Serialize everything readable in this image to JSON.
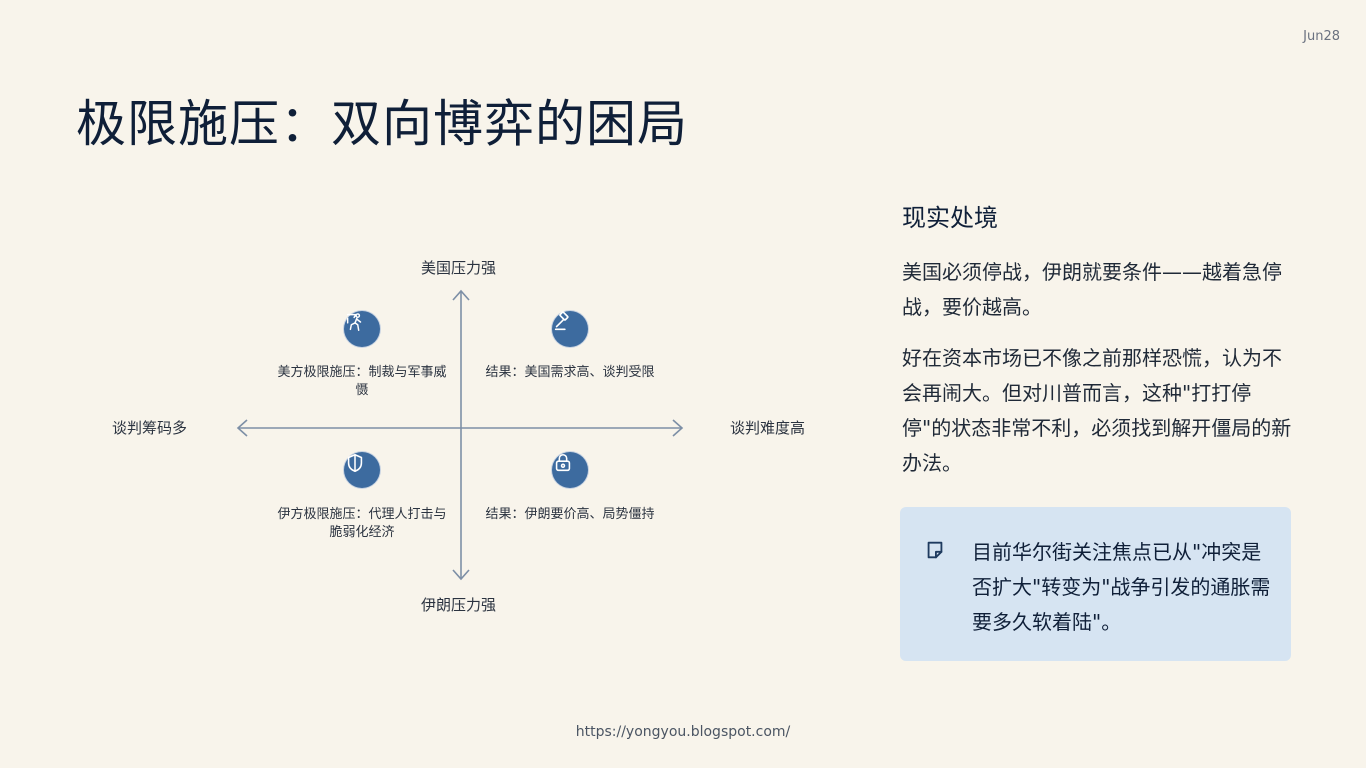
{
  "date": "Jun28",
  "title": "极限施压：双向博弈的困局",
  "diagram": {
    "axis_top": "美国压力强",
    "axis_bottom": "伊朗压力强",
    "axis_left": "谈判筹码多",
    "axis_right": "谈判难度高",
    "quadrants": {
      "top_left": {
        "icon": "soldier-icon",
        "text": "美方极限施压：制裁与军事威慑"
      },
      "top_right": {
        "icon": "gavel-icon",
        "text": "结果：美国需求高、谈判受限"
      },
      "bottom_left": {
        "icon": "shield-icon",
        "text": "伊方极限施压：代理人打击与脆弱化经济"
      },
      "bottom_right": {
        "icon": "lock-icon",
        "text": "结果：伊朗要价高、局势僵持"
      }
    },
    "colors": {
      "axis": "#7d8fa6",
      "icon_bg": "#3d6b9f"
    }
  },
  "side": {
    "heading": "现实处境",
    "paragraph1": "美国必须停战，伊朗就要条件——越着急停战，要价越高。",
    "paragraph2": "好在资本市场已不像之前那样恐慌，认为不会再闹大。但对川普而言，这种\"打打停停\"的状态非常不利，必须找到解开僵局的新办法。"
  },
  "callout": {
    "icon": "note-icon",
    "text": "目前华尔街关注焦点已从\"冲突是否扩大\"转变为\"战争引发的通胀需要多久软着陆\"。",
    "bg_color": "#d6e4f2"
  },
  "footer": "https://yongyou.blogspot.com/"
}
